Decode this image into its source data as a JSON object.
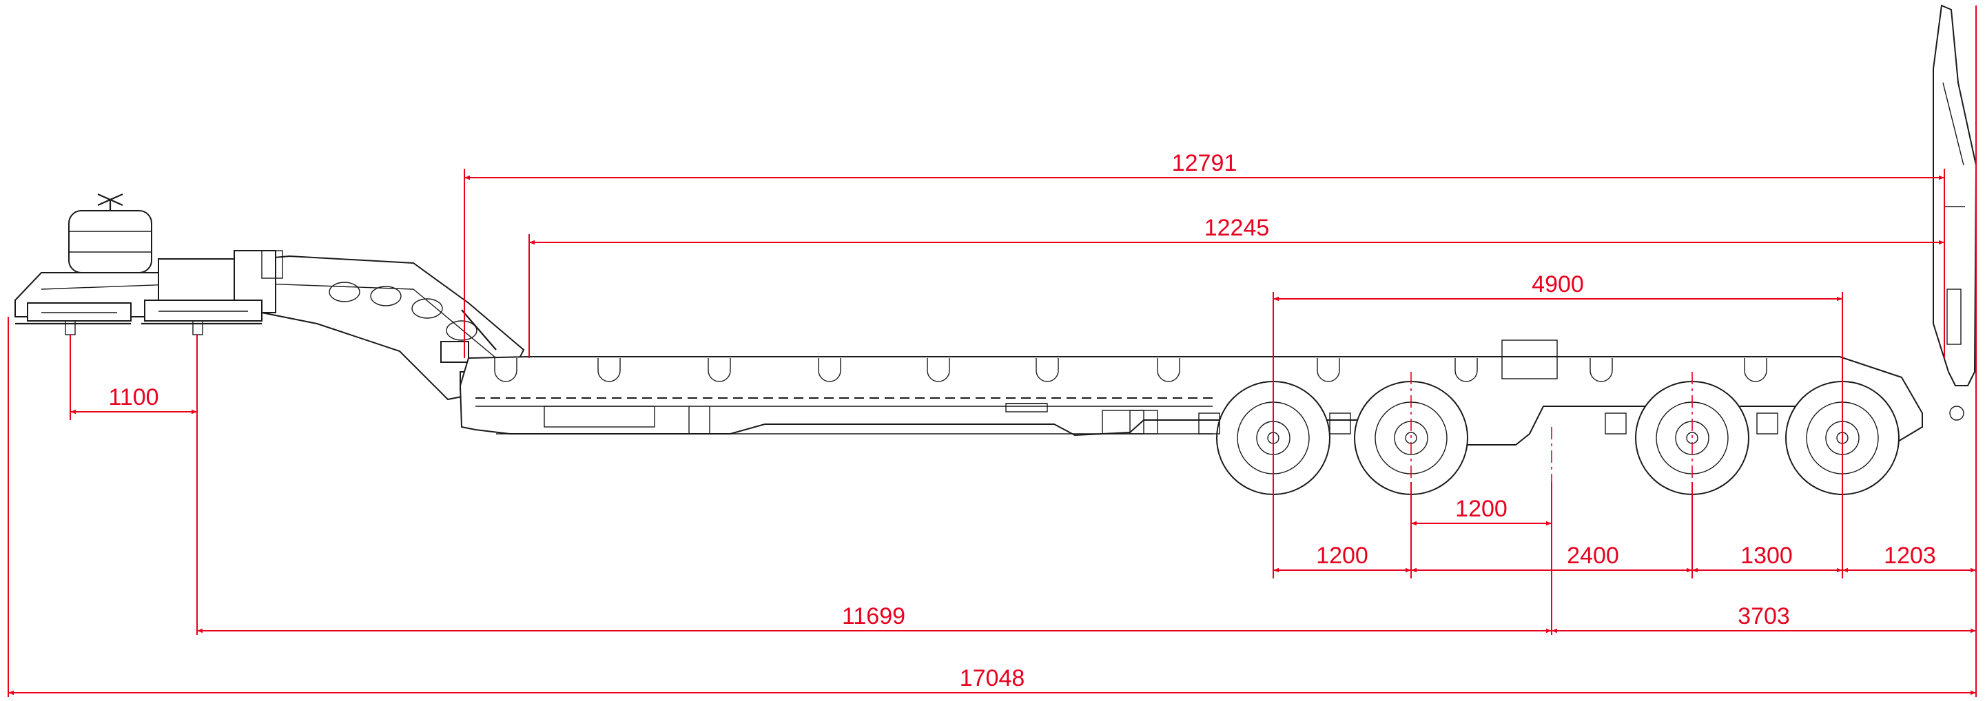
{
  "diagram": {
    "dimensions": {
      "overall_length": "17048",
      "deck_top": "12791",
      "deck_inner": "12245",
      "axle_span": "4900",
      "gooseneck_offset": "1100",
      "axle_1_2": "1200",
      "axle_2_mid": "1200",
      "mid_axle_3": "2400",
      "axle_3_4": "1300",
      "rear_overhang": "1203",
      "kingpin_to_bogie": "11699",
      "bogie_to_rear": "3703"
    }
  }
}
